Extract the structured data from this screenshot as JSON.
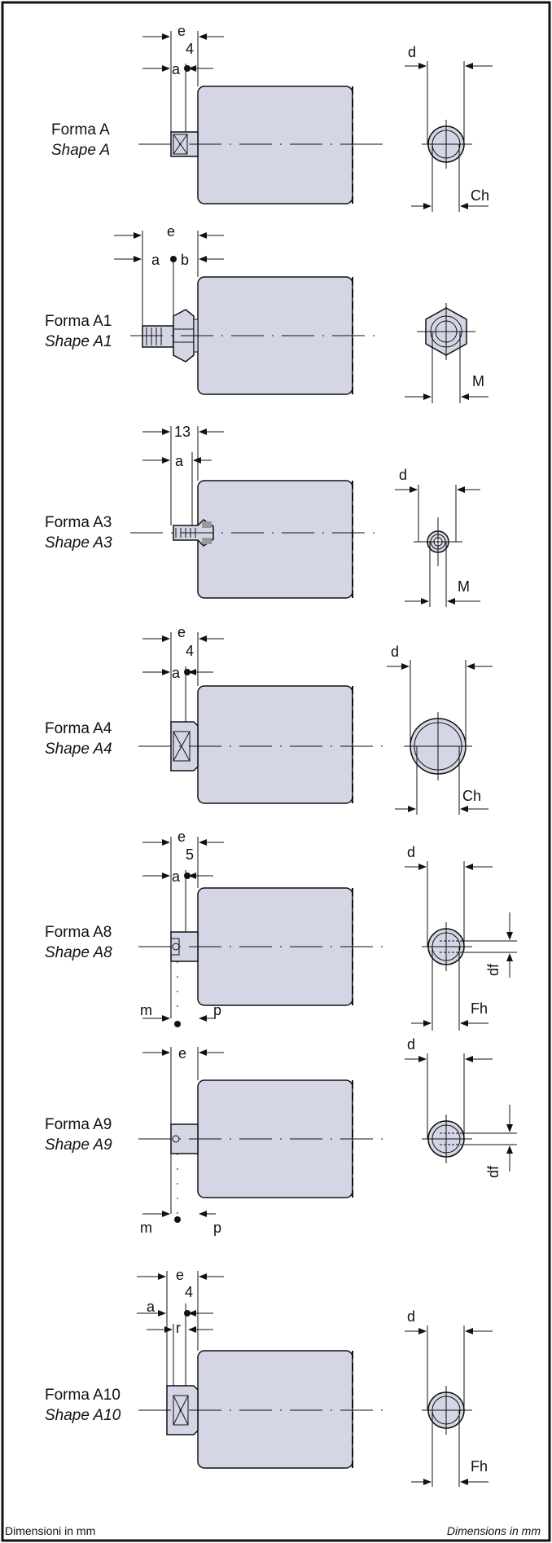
{
  "footer": {
    "left": "Dimensioni in mm",
    "right": "Dimensions in mm"
  },
  "colors": {
    "body_fill": "#d4d6e6",
    "frame": "#111111"
  },
  "shapes": [
    {
      "key": "A",
      "forma": "Forma A",
      "shape": "Shape A",
      "dims": {
        "e": "e",
        "e_sub": "4",
        "a": "a",
        "d": "d",
        "right": "Ch"
      }
    },
    {
      "key": "A1",
      "forma": "Forma A1",
      "shape": "Shape A1",
      "dims": {
        "e": "e",
        "a": "a",
        "b": "b",
        "right": "M"
      }
    },
    {
      "key": "A3",
      "forma": "Forma A3",
      "shape": "Shape A3",
      "dims": {
        "e": "13",
        "a": "a",
        "d": "d",
        "right": "M"
      }
    },
    {
      "key": "A4",
      "forma": "Forma A4",
      "shape": "Shape A4",
      "dims": {
        "e": "e",
        "e_sub": "4",
        "a": "a",
        "d": "d",
        "right": "Ch"
      }
    },
    {
      "key": "A8",
      "forma": "Forma A8",
      "shape": "Shape A8",
      "dims": {
        "e": "e",
        "e_sub": "5",
        "a": "a",
        "d": "d",
        "df": "df",
        "right": "Fh",
        "m": "m",
        "p": "p"
      }
    },
    {
      "key": "A9",
      "forma": "Forma A9",
      "shape": "Shape A9",
      "dims": {
        "e": "e",
        "d": "d",
        "df": "df",
        "m": "m",
        "p": "p"
      }
    },
    {
      "key": "A10",
      "forma": "Forma A10",
      "shape": "Shape A10",
      "dims": {
        "e": "e",
        "e_sub": "4",
        "a": "a",
        "r": "r",
        "d": "d",
        "right": "Fh"
      }
    }
  ]
}
